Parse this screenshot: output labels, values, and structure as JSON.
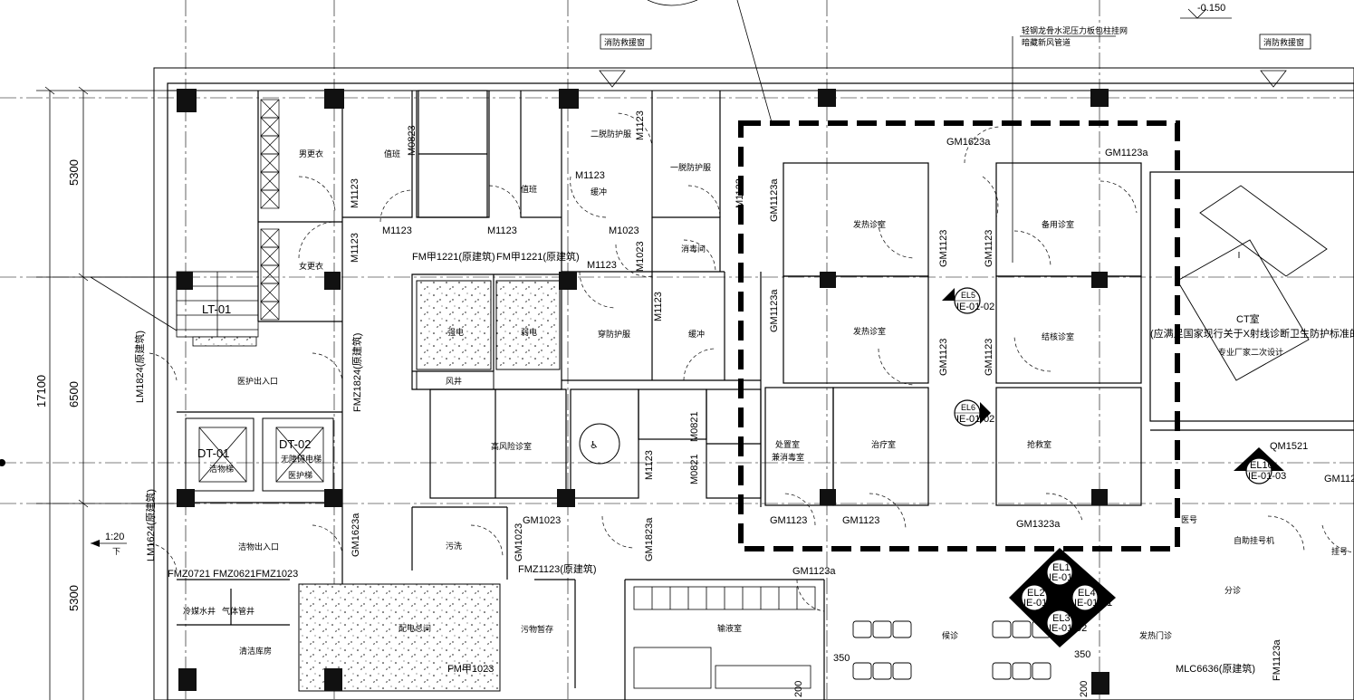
{
  "dims": {
    "d1": "5300",
    "d2": "17100",
    "d3": "6500",
    "d4": "5300",
    "d5": "350",
    "d6": "350",
    "d7": "200",
    "d8": "200"
  },
  "elevation": "-0.150",
  "top_notes": {
    "rescue_left": "消防救援窗",
    "rescue_right": "消防救援窗",
    "note1": "轻钢龙骨水泥压力板包柱挂网",
    "note2": "暗藏新风管道"
  },
  "rooms": {
    "male_change": "男更衣",
    "female_change": "女更衣",
    "duty1": "值班",
    "duty2": "值班",
    "ppe_off2": "二脱防护服",
    "ppe_off1": "一脱防护服",
    "buffer1": "缓冲",
    "buffer2": "缓冲",
    "disinfect": "消毒间",
    "ppe_on": "穿防护服",
    "strong_elec": "强电",
    "weak_elec": "弱电",
    "air_shaft": "风井",
    "staff_entrance": "医护出入口",
    "high_risk": "高风险诊室",
    "fever1": "发热诊室",
    "fever2": "发热诊室",
    "spare": "备用诊室",
    "tb_room": "结核诊室",
    "ct": "CT室",
    "ct_note": "(应满足国家现行关于X射线诊断卫生防护标准的规定)",
    "ct_note2": "专业厂家二次设计",
    "treat_disinfect1": "处置室",
    "treat_disinfect2": "兼消毒室",
    "treatment": "治疗室",
    "rescue": "抢救室",
    "clean_elev": "洁物梯",
    "barrier_elev": "无障碍电梯",
    "staff_elev": "医护梯",
    "clean_entrance": "洁物出入口",
    "cold_water": "冷媒水井",
    "gas_pipe": "气体管井",
    "cleaning_store": "清洁库房",
    "dist_room": "配电总间",
    "sewage": "污洗",
    "waste_store": "污物暂存",
    "infusion": "输液室",
    "waiting": "候诊",
    "fever_clinic": "发热门诊",
    "self_reg": "自助挂号机",
    "triage": "分诊",
    "reg": "挂号",
    "reg2": "医号"
  },
  "lifts": {
    "lt01": "LT-01",
    "dt01": "DT-01",
    "dt02": "DT-02"
  },
  "doors": {
    "m0823": "M0823",
    "m1123a": "M1123",
    "m1123b": "M1123",
    "m1123c": "M1123",
    "m1123d": "M1123",
    "m1123e": "M1123",
    "m1123f": "M1123",
    "m1023a": "M1023",
    "m1023b": "M1023",
    "m1123g": "M1123",
    "m1123h": "M1123",
    "m1123i": "M1123",
    "m0821a": "M0821",
    "m0821b": "M0821",
    "m1123j": "M1123",
    "fm1221a": "FM甲1221(原建筑)",
    "fm1221b": "FM甲1221(原建筑)",
    "fm1824": "FMZ1824(原建筑)",
    "lm1824": "LM1824(原建筑)",
    "lm1624": "LM1624(原建筑)",
    "gm1623a_side": "GM1623a",
    "gm1623a_top": "GM1623a",
    "gm1123a_top": "GM1123a",
    "gm1123a_l1": "GM1123a",
    "gm1123a_l2": "GM1123a",
    "gm1123_m1": "GM1123",
    "gm1123_m2": "GM1123",
    "gm1123_m3": "GM1123",
    "gm1123_m4": "GM1123",
    "gm1123_b1": "GM1123",
    "gm1123_b2": "GM1123",
    "gm1323a": "GM1323a",
    "gm1023": "GM1023",
    "gm1023v": "GM1023",
    "gm1823a": "GM1823a",
    "gm1123a_bot": "GM1123a",
    "qm1521": "QM1521",
    "gm1123_r": "GM1123",
    "fm_group": "FMZ0721 FMZ0621FMZ1023",
    "fmz1123": "FMZ1123(原建筑)",
    "fm1023": "FM甲1023",
    "mlc6636": "MLC6636(原建筑)",
    "fm1123v": "FM1123a"
  },
  "scale": {
    "ratio": "1:20",
    "dir": "下"
  },
  "tags": {
    "el5": {
      "a": "EL5",
      "b": "IE-01-02"
    },
    "el6": {
      "a": "EL6",
      "b": "IE-01-02"
    },
    "el10": {
      "a": "EL10",
      "b": "IE-01-03"
    },
    "el1": {
      "a": "EL1",
      "b": "IE-01-01"
    },
    "el2": {
      "a": "EL2",
      "b": "IE-01-02"
    },
    "el3": {
      "a": "EL3",
      "b": "IE-01-02"
    },
    "el4": {
      "a": "EL4",
      "b": "IE-01-01"
    }
  }
}
